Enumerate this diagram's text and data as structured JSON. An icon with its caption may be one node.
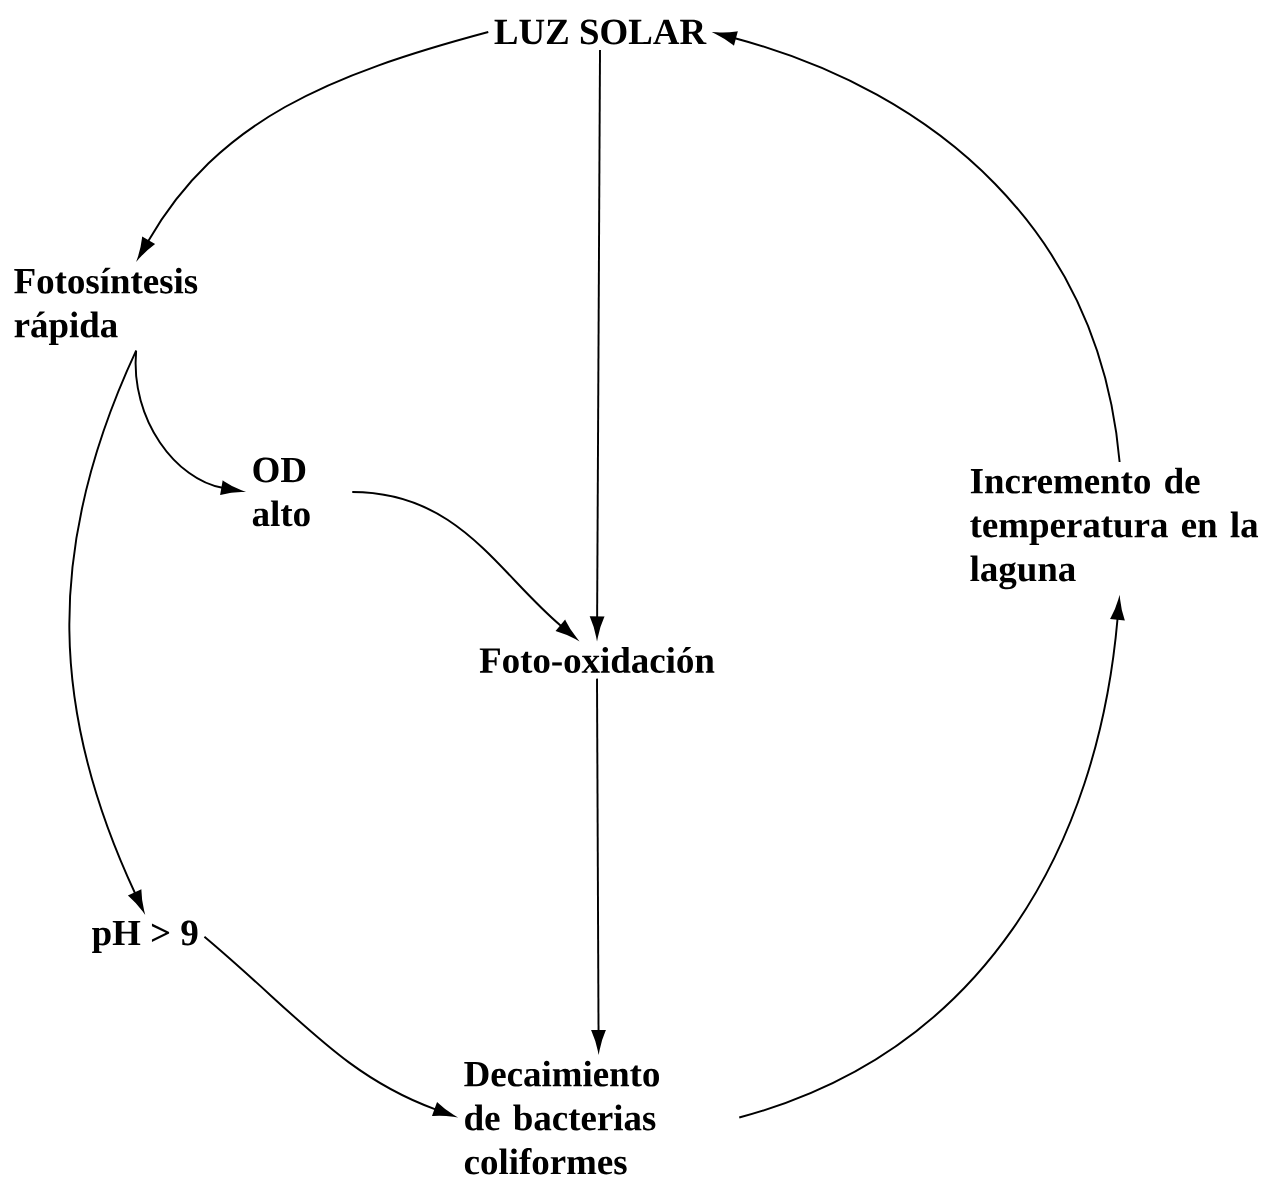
{
  "diagram": {
    "nodes": [
      {
        "text": [
          "LUZ SOLAR"
        ]
      },
      {
        "text": [
          "Fotosíntesis rápida"
        ]
      },
      {
        "text": [
          "OD alto"
        ]
      },
      {
        "text": [
          "Foto-oxidación"
        ]
      },
      {
        "text": [
          "pH > 9"
        ]
      },
      {
        "text": [
          "Decaimiento de bacterias coliformes"
        ]
      },
      {
        "text": [
          "Incremento de temperatura en la laguna"
        ]
      }
    ],
    "edges": [
      {
        "from": 0,
        "to": 1,
        "arrow": "to"
      },
      {
        "from": 0,
        "to": 3,
        "arrow": "to"
      },
      {
        "from": 1,
        "to": 2,
        "arrow": "to"
      },
      {
        "from": 2,
        "to": 3,
        "arrow": "to"
      },
      {
        "from": 1,
        "to": 4,
        "arrow": "to"
      },
      {
        "from": 4,
        "to": 5,
        "arrow": "to"
      },
      {
        "from": 3,
        "to": 5,
        "arrow": "to"
      },
      {
        "from": 5,
        "to": 6,
        "arrow": "to"
      },
      {
        "from": 6,
        "to": 0,
        "arrow": "to"
      }
    ]
  }
}
